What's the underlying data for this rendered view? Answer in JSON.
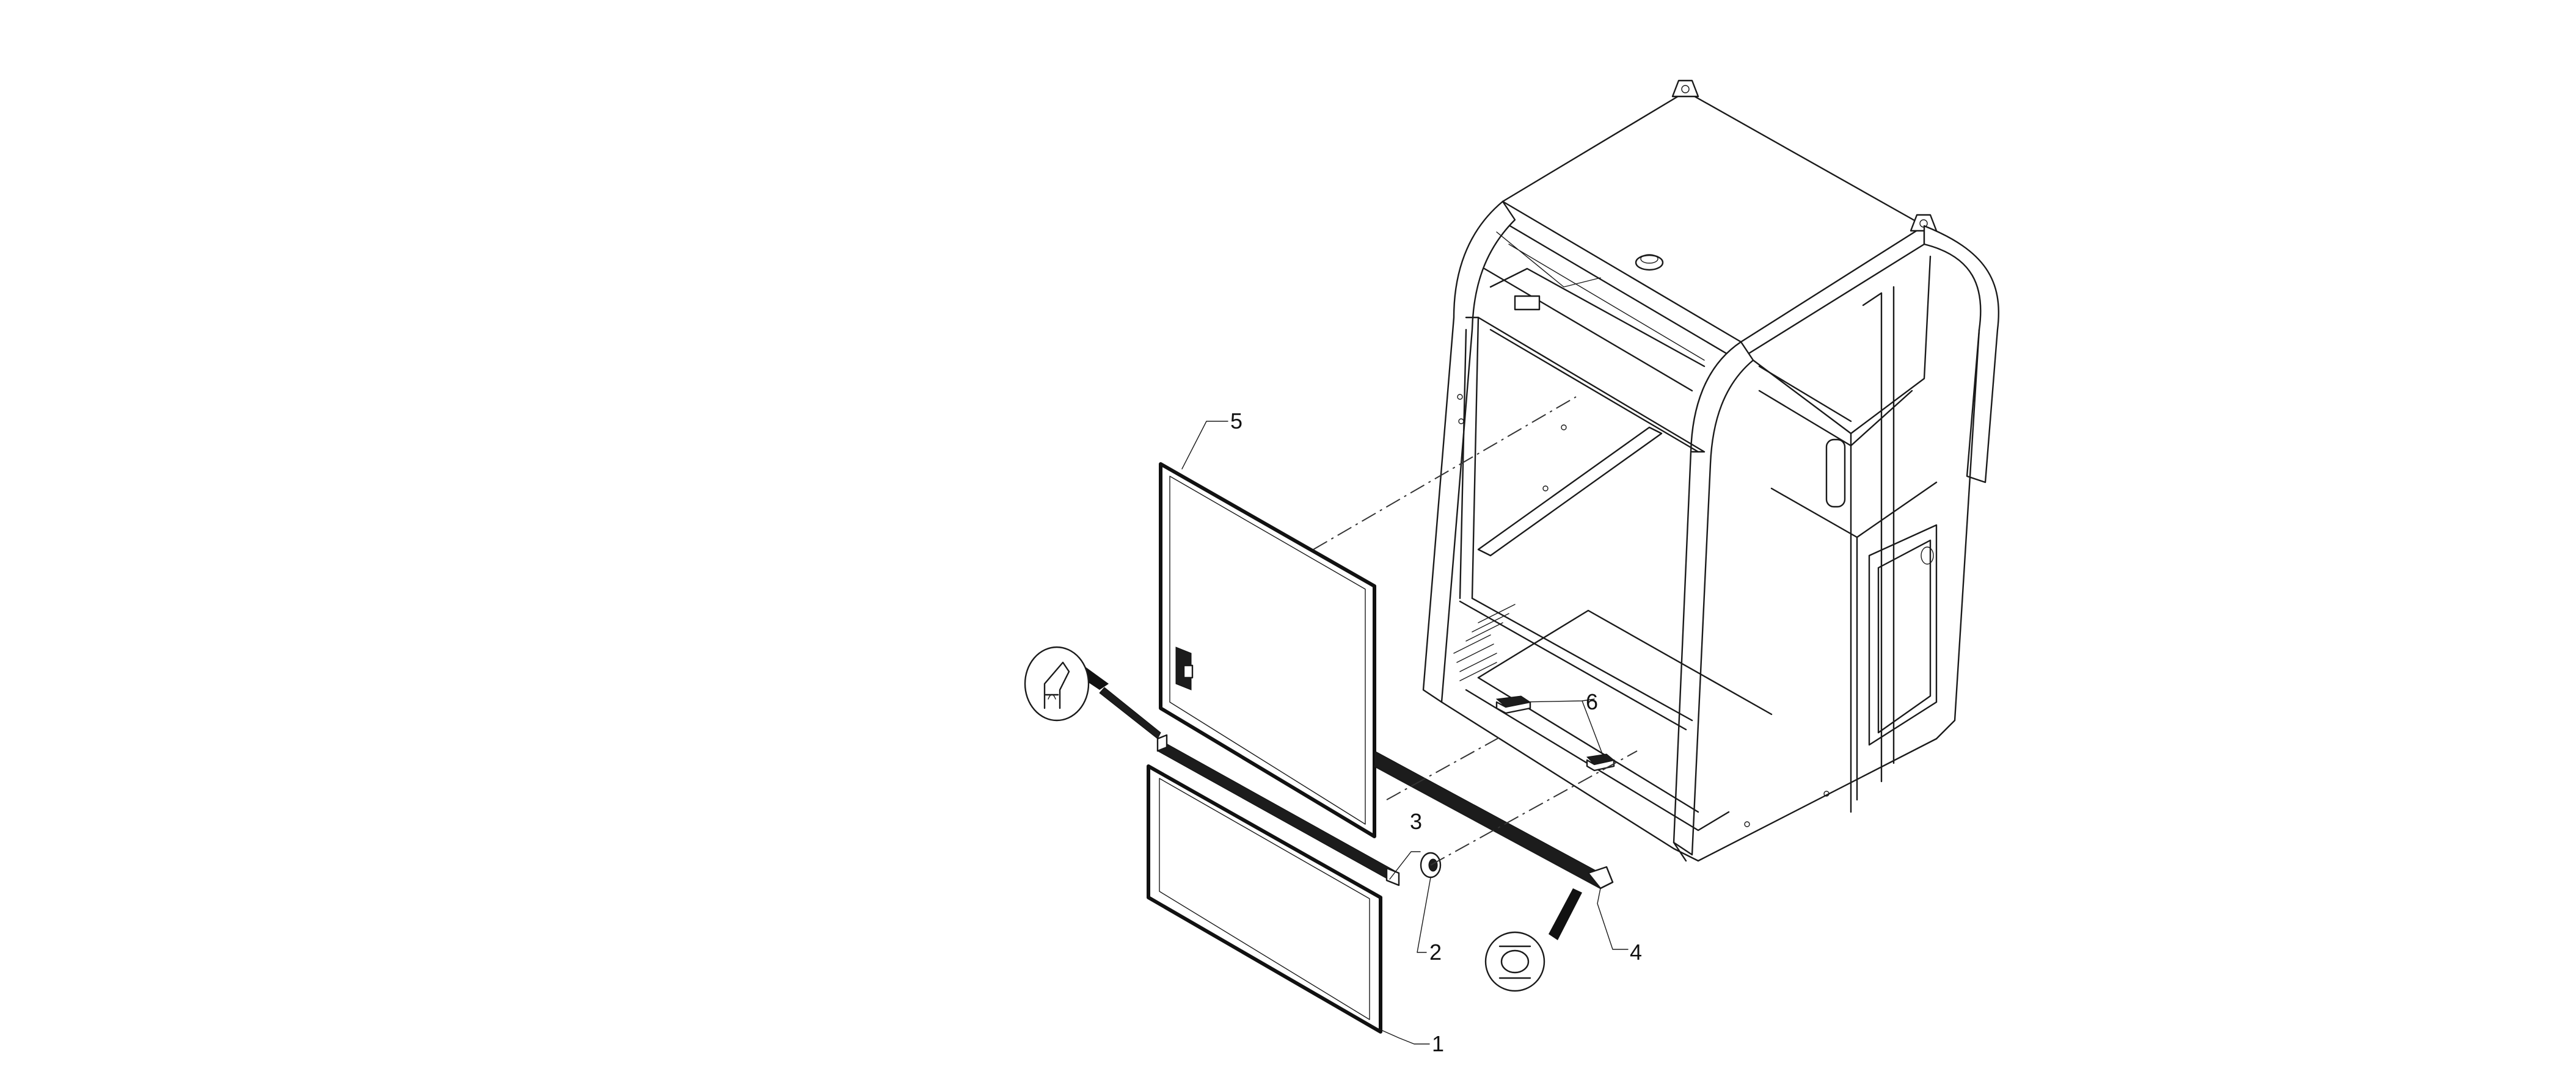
{
  "callouts": [
    {
      "id": "1",
      "label": "1"
    },
    {
      "id": "2",
      "label": "2"
    },
    {
      "id": "3",
      "label": "3"
    },
    {
      "id": "4",
      "label": "4"
    },
    {
      "id": "5",
      "label": "5"
    },
    {
      "id": "6",
      "label": "6"
    }
  ],
  "icons": {
    "detail_view": "seal-profile-detail-icon",
    "lubricant": "lubricant-symbol-icon"
  },
  "colors": {
    "line": "#1a1a1a",
    "background": "#ffffff"
  }
}
